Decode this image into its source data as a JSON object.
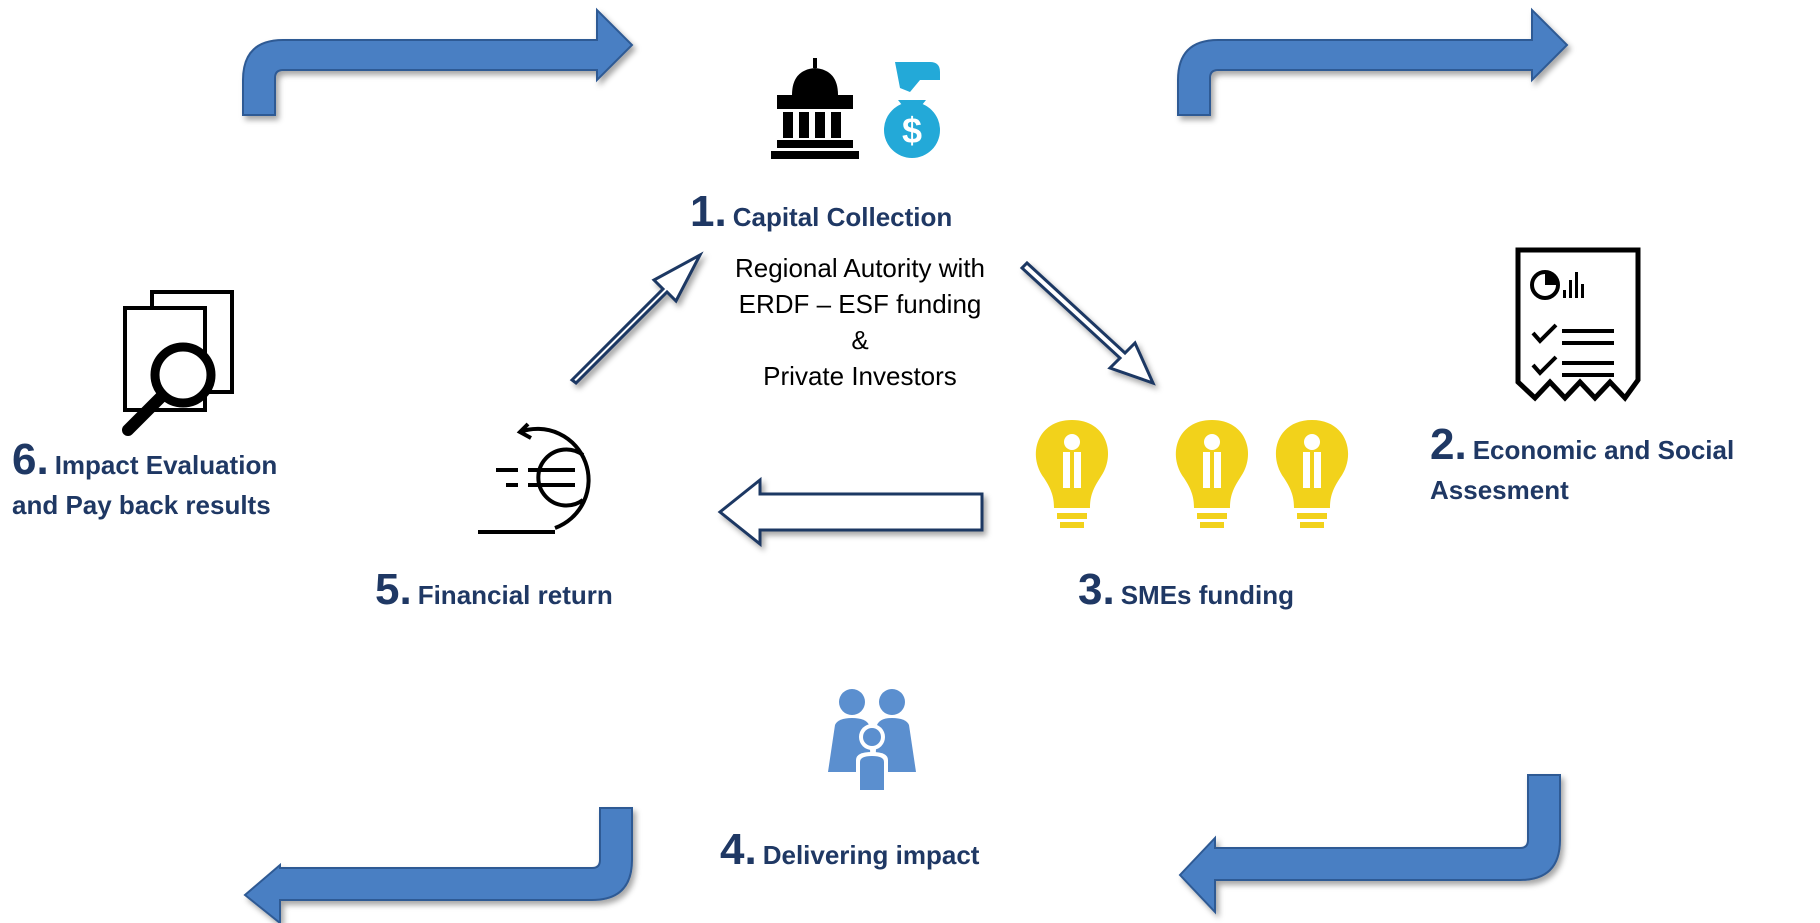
{
  "steps": {
    "s1": {
      "num": "1.",
      "title": "Capital Collection"
    },
    "s2": {
      "num": "2.",
      "title_line1": "Economic and Social",
      "title_line2": "Assesment"
    },
    "s3": {
      "num": "3.",
      "title": "SMEs funding"
    },
    "s4": {
      "num": "4.",
      "title": "Delivering impact"
    },
    "s5": {
      "num": "5.",
      "title": "Financial return"
    },
    "s6": {
      "num": "6.",
      "title_line1": "Impact Evaluation",
      "title_line2": "and Pay back results"
    }
  },
  "capital_details": {
    "line1": "Regional Autority with",
    "line2": "ERDF – ESF funding",
    "line3": "&",
    "line4": "Private Investors"
  },
  "colors": {
    "label": "#1f3864",
    "corner_arrow": "#4a7fc3",
    "corner_arrow_edge": "#2f5a94",
    "hollow_arrow": "#1f3864",
    "bulb": "#f2d21b",
    "money_bag": "#23a9d8",
    "family": "#5b8fcf"
  },
  "icons": [
    "government-building-icon",
    "money-bag-icon",
    "report-checklist-icon",
    "lightbulb-person-icon",
    "family-icon",
    "euro-return-icon",
    "document-search-icon"
  ]
}
